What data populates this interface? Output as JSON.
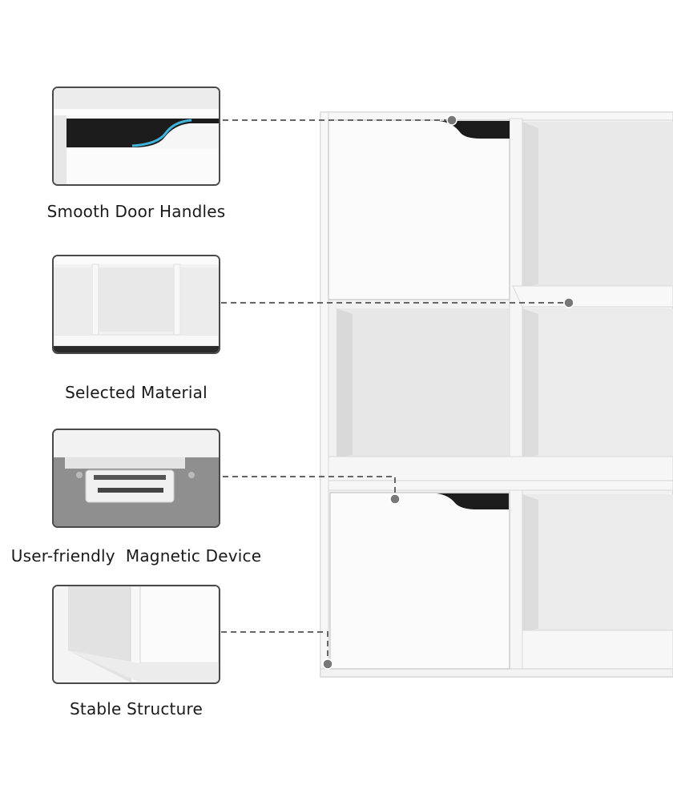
{
  "features": [
    {
      "id": "handles",
      "caption": "Smooth Door Handles"
    },
    {
      "id": "material",
      "caption": "Selected Material"
    },
    {
      "id": "magnet",
      "caption": "User-friendly  Magnetic Device"
    },
    {
      "id": "structure",
      "caption": "Stable Structure"
    }
  ],
  "colors": {
    "frame_stroke": "#4a4a4a",
    "panel_white": "#fbfbfb",
    "shadow_gray": "#dedede",
    "handle_dark": "#1c1c1c",
    "accent_blue": "#3fb4dc",
    "leader_line": "#666666"
  }
}
